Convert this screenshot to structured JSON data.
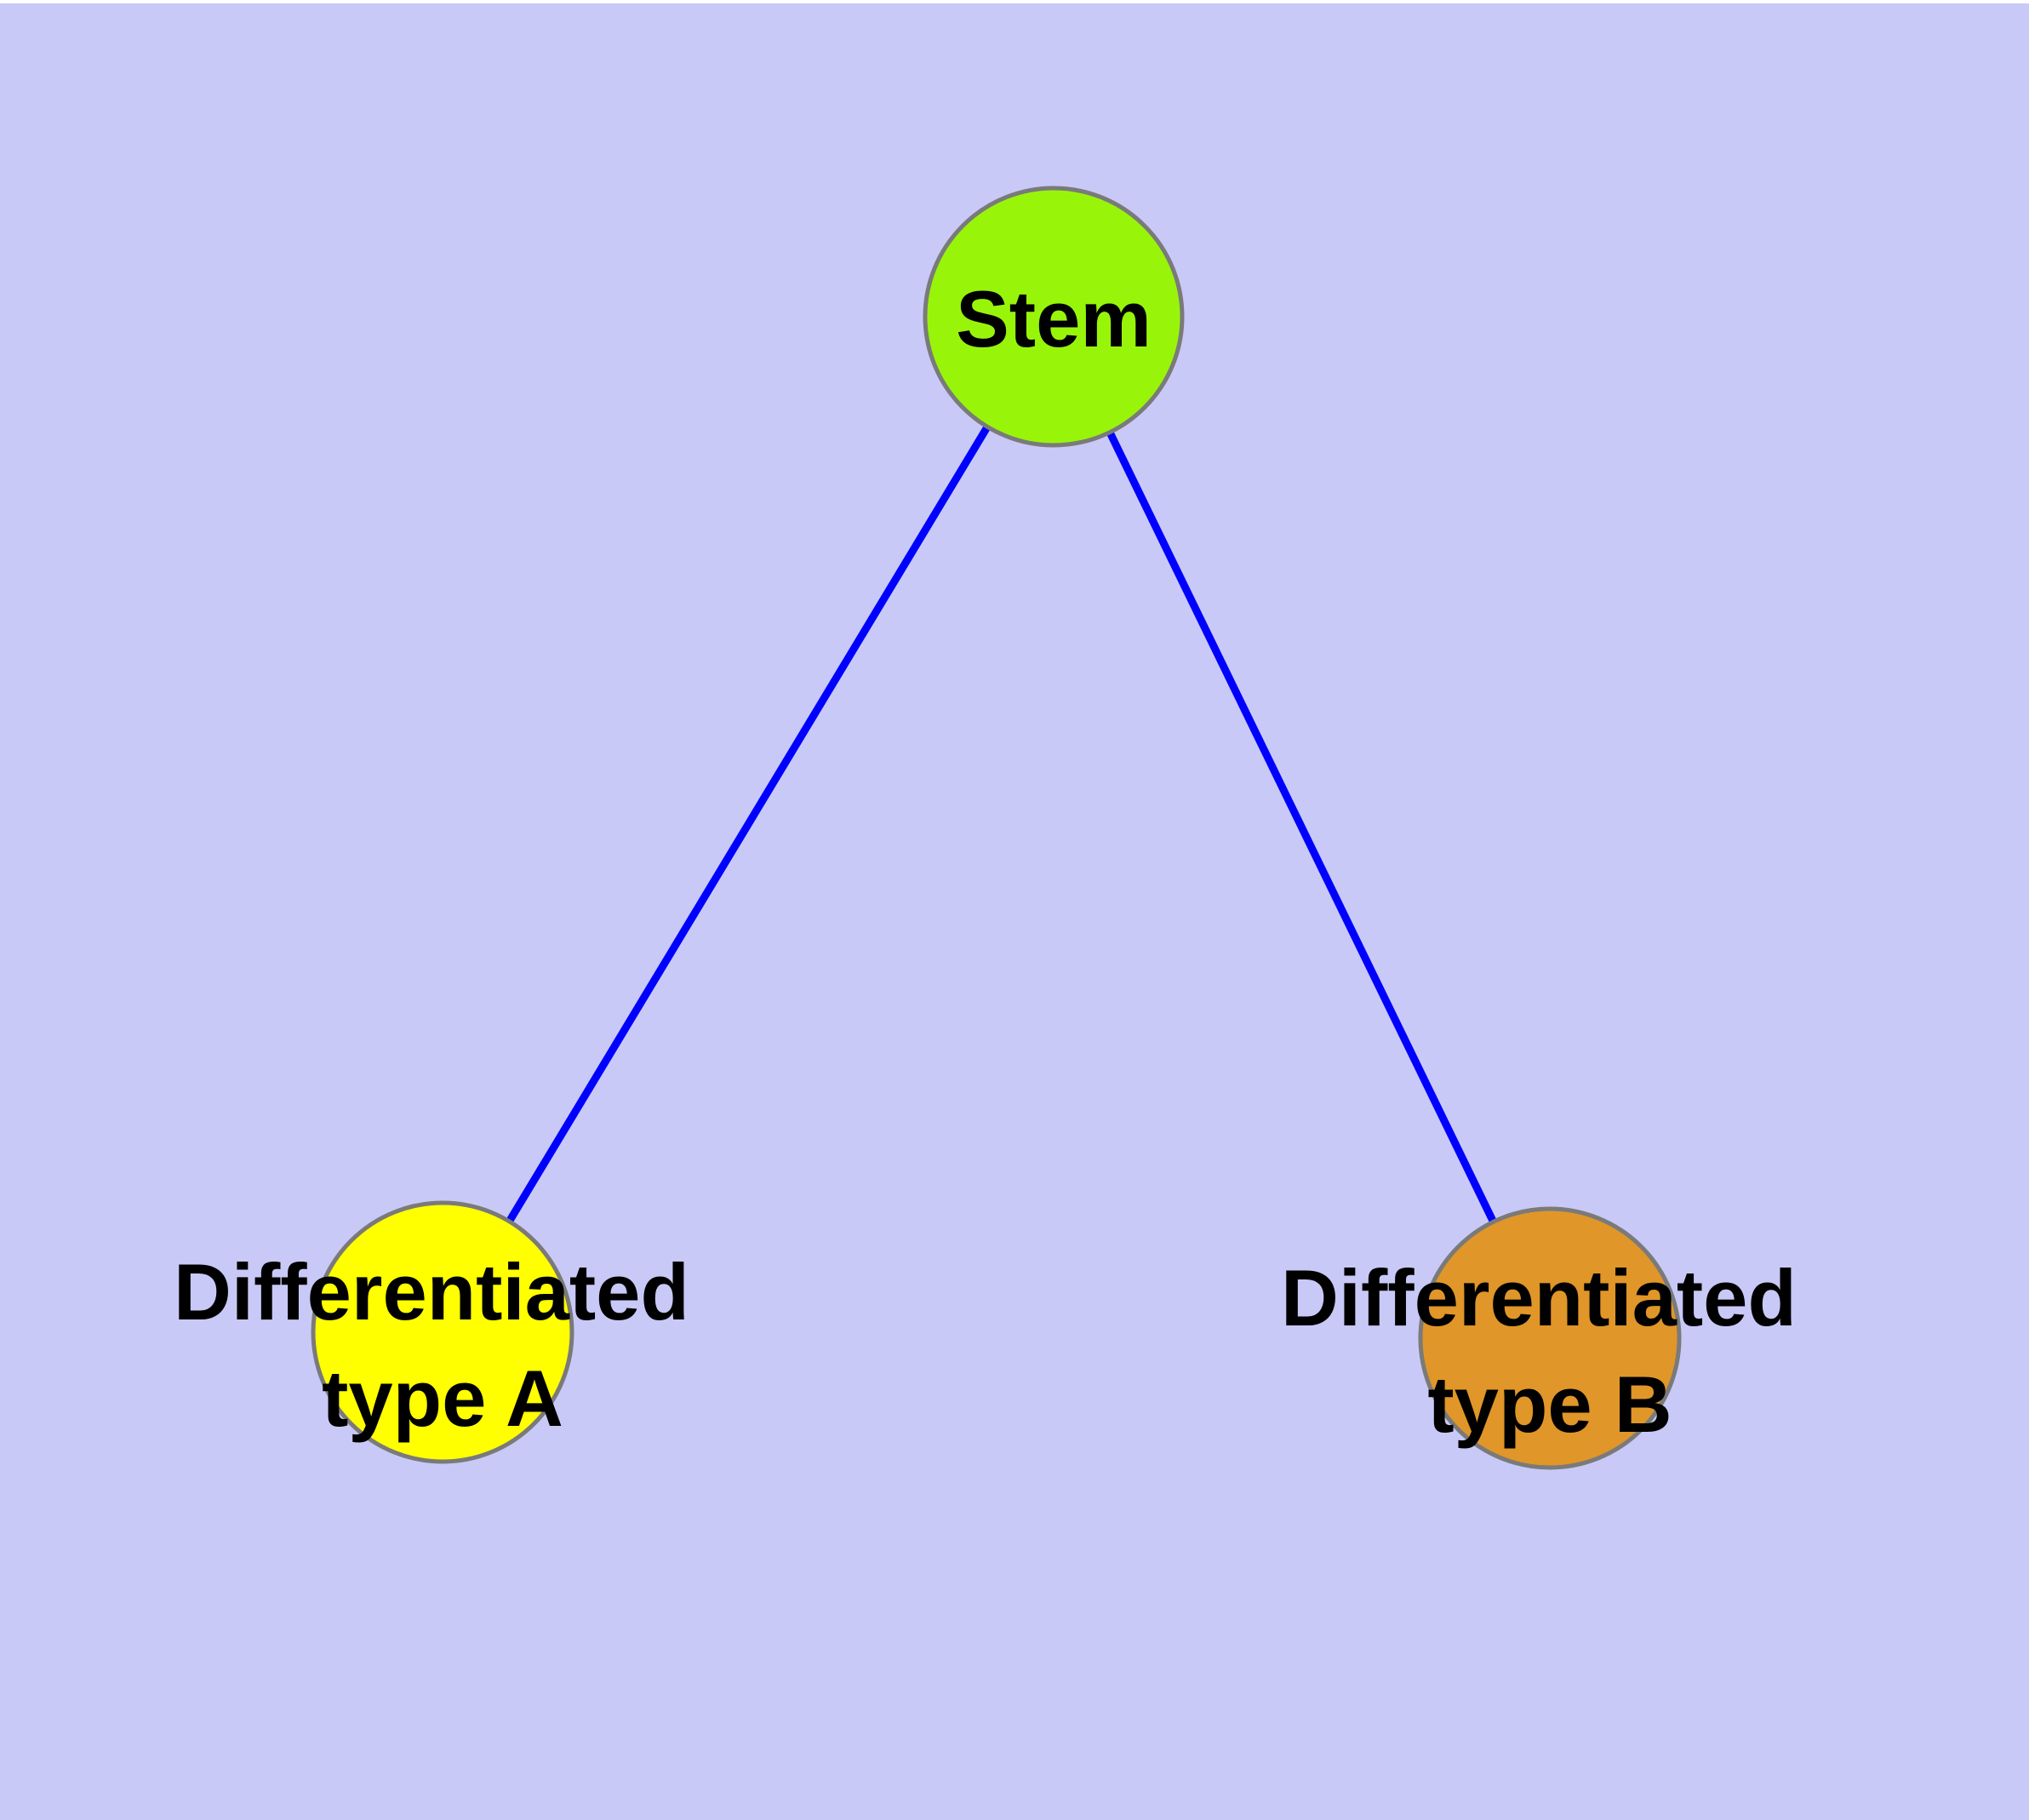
{
  "canvas": {
    "background": "#c9c9f7",
    "top_margin_color": "#ffffff",
    "node_border_color": "#7a7a7a"
  },
  "nodes": {
    "stem": {
      "label": "Stem",
      "fill": "#98f50a"
    },
    "type_a": {
      "label_line1": "Differentiated",
      "label_line2": "type A",
      "fill": "#ffff00"
    },
    "type_b": {
      "label_line1": "Differentiated",
      "label_line2": "type B",
      "fill": "#e09628"
    }
  },
  "edges": {
    "color": "#0000ff",
    "items": [
      {
        "from": "stem",
        "to": "type_a"
      },
      {
        "from": "stem",
        "to": "type_b"
      }
    ]
  }
}
